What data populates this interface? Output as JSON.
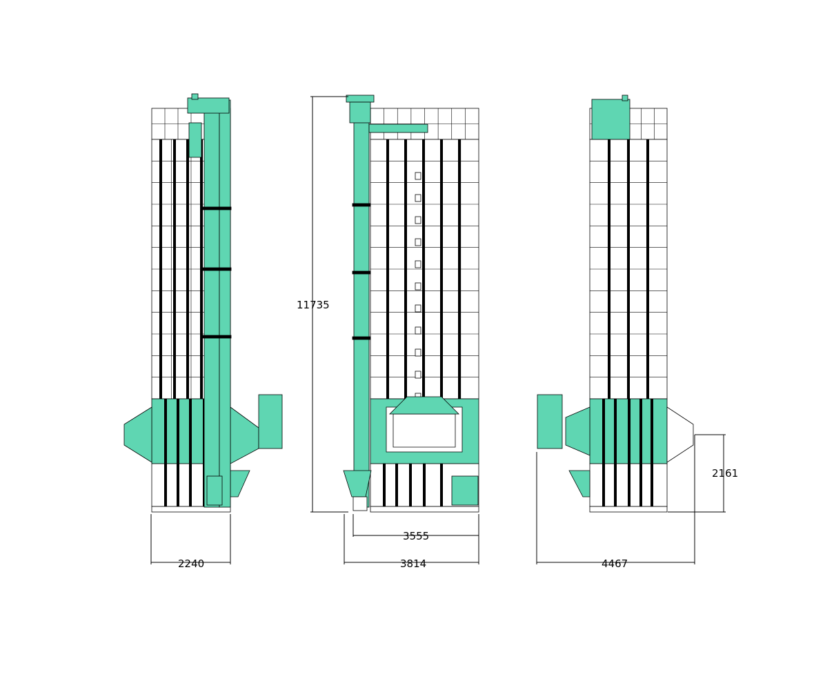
{
  "colors": {
    "body": "#5fd6b2",
    "line": "#000000",
    "panel": "#ffffff",
    "background": "#ffffff"
  },
  "dimensions": {
    "overall_height": "11735",
    "side_width": "2240",
    "front_inner_width": "3555",
    "front_width": "3814",
    "rear_width": "4467",
    "fan_height": "2161"
  },
  "views": [
    "side-view",
    "front-view",
    "rear-view"
  ]
}
